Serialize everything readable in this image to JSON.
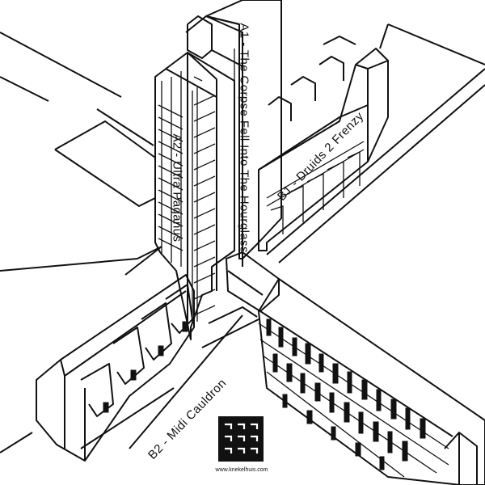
{
  "tracks": {
    "a1": "A1 - The Corpse Fell Into The Hourglass",
    "a2": "A2 - Ultra Paganus",
    "b1": "B1 - Druids 2 Frenzy",
    "b2": "B2 - Midi Cauldron"
  },
  "label": {
    "url": "www.knekelhuis.com"
  },
  "colors": {
    "ink": "#111111",
    "paper": "#ffffff"
  }
}
